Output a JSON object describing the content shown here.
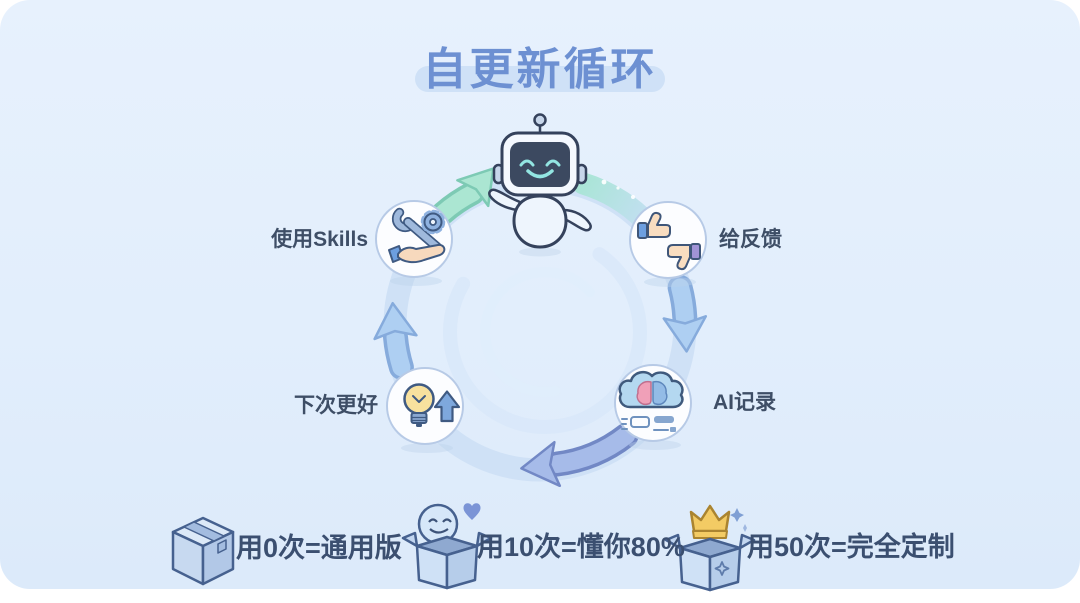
{
  "title": {
    "text": "自更新循环"
  },
  "cycle": {
    "direction": "clockwise",
    "center_mascot": "robot",
    "nodes": [
      {
        "id": "use-skills",
        "label": "使用Skills",
        "icon": "wrench-gear-hand-icon"
      },
      {
        "id": "give-feedback",
        "label": "给反馈",
        "icon": "thumbs-up-down-icon"
      },
      {
        "id": "ai-record",
        "label": "AI记录",
        "icon": "cloud-brain-icon"
      },
      {
        "id": "next-better",
        "label": "下次更好",
        "icon": "bulb-up-arrow-icon"
      }
    ]
  },
  "legend": [
    {
      "icon": "closed-box-icon",
      "label": "用0次=通用版"
    },
    {
      "icon": "open-box-smiley-heart-icon",
      "label": "用10次=懂你80%"
    },
    {
      "icon": "open-box-crown-icon",
      "label": "用50次=完全定制"
    }
  ],
  "colors": {
    "card_background": "#e3eefc",
    "title_text": "#6d90d2",
    "title_highlight": "#cfe1f7",
    "label_text": "#3e4e66",
    "legend_text": "#3b4f70",
    "ring": "#cfe1f6",
    "arrow_blue": "#aecff2",
    "arrow_periwinkle": "#a6bbe9",
    "arrow_mint": "#abe6d2",
    "robot_face": "#93e5e2",
    "robot_screen": "#3c4960"
  }
}
